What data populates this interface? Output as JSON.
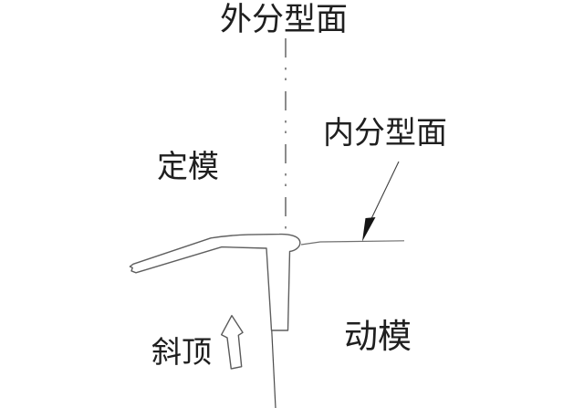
{
  "diagram": {
    "type": "mold-parting-surface-cross-section",
    "labels": {
      "outer_parting_surface": "外分型面",
      "inner_parting_surface": "内分型面",
      "fixed_mold": "定模",
      "moving_mold": "动模",
      "lifter": "斜顶"
    },
    "icons": {
      "leader_arrowhead": "filled-arrowhead-pointing-down-left",
      "lifter_direction_arrow": "hollow-outline-arrow-pointing-up",
      "centerline_style": "dash-dot-dot-phantom-line",
      "break_symbol": "jagged-break-at-left-end-of-part"
    },
    "colors": {
      "background": "#ffffff",
      "outline_line": "#5f5f5f",
      "centerline": "#3f3f3f",
      "parting_line": "#707070",
      "leader_line": "#3f3f3f",
      "arrowhead_fill": "#141414",
      "text": "#1f1f1f"
    }
  }
}
